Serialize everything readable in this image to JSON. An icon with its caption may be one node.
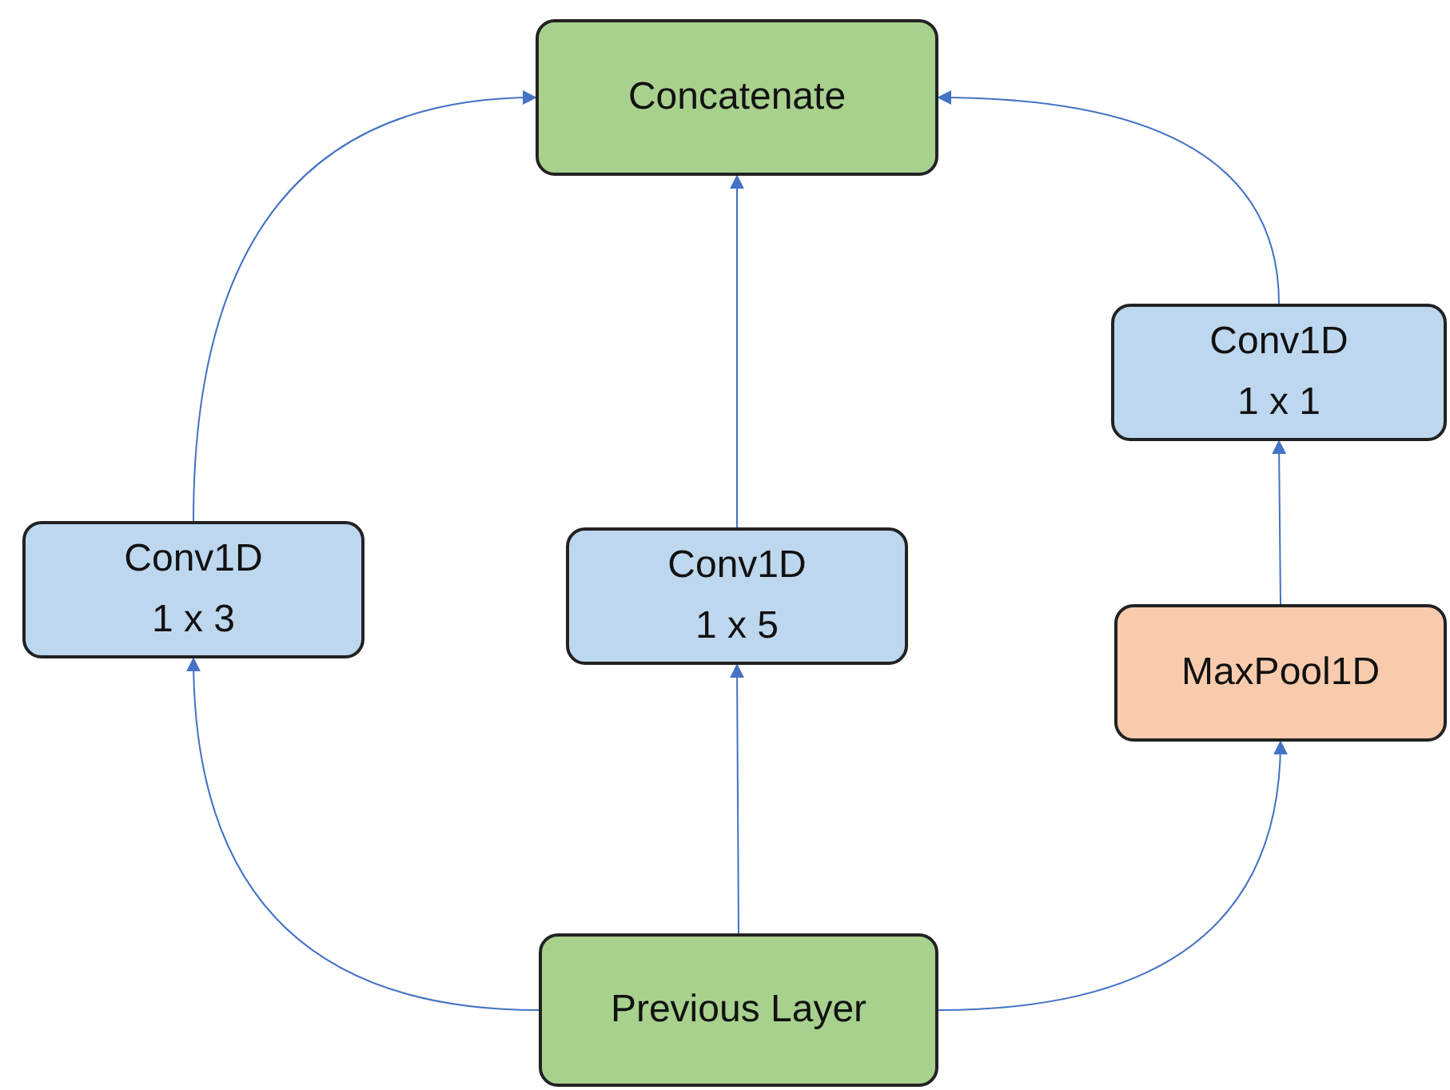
{
  "diagram": {
    "nodes": [
      {
        "text": [
          "Concatenate"
        ]
      },
      {
        "text": [
          "Conv1D 1 x 1"
        ]
      },
      {
        "text": [
          "Conv1D 1 x 3"
        ]
      },
      {
        "text": [
          "Conv1D 1 x 5"
        ]
      },
      {
        "text": [
          "MaxPool1D"
        ]
      },
      {
        "text": [
          "Previous Layer"
        ]
      }
    ],
    "edges": [
      {
        "from": 5,
        "to": 2,
        "arrow": "to"
      },
      {
        "from": 5,
        "to": 3,
        "arrow": "to"
      },
      {
        "from": 5,
        "to": 4,
        "arrow": "to"
      },
      {
        "from": 4,
        "to": 1,
        "arrow": "to"
      },
      {
        "from": 2,
        "to": 0,
        "arrow": "to"
      },
      {
        "from": 3,
        "to": 0,
        "arrow": "to"
      },
      {
        "from": 1,
        "to": 0,
        "arrow": "to"
      }
    ]
  }
}
